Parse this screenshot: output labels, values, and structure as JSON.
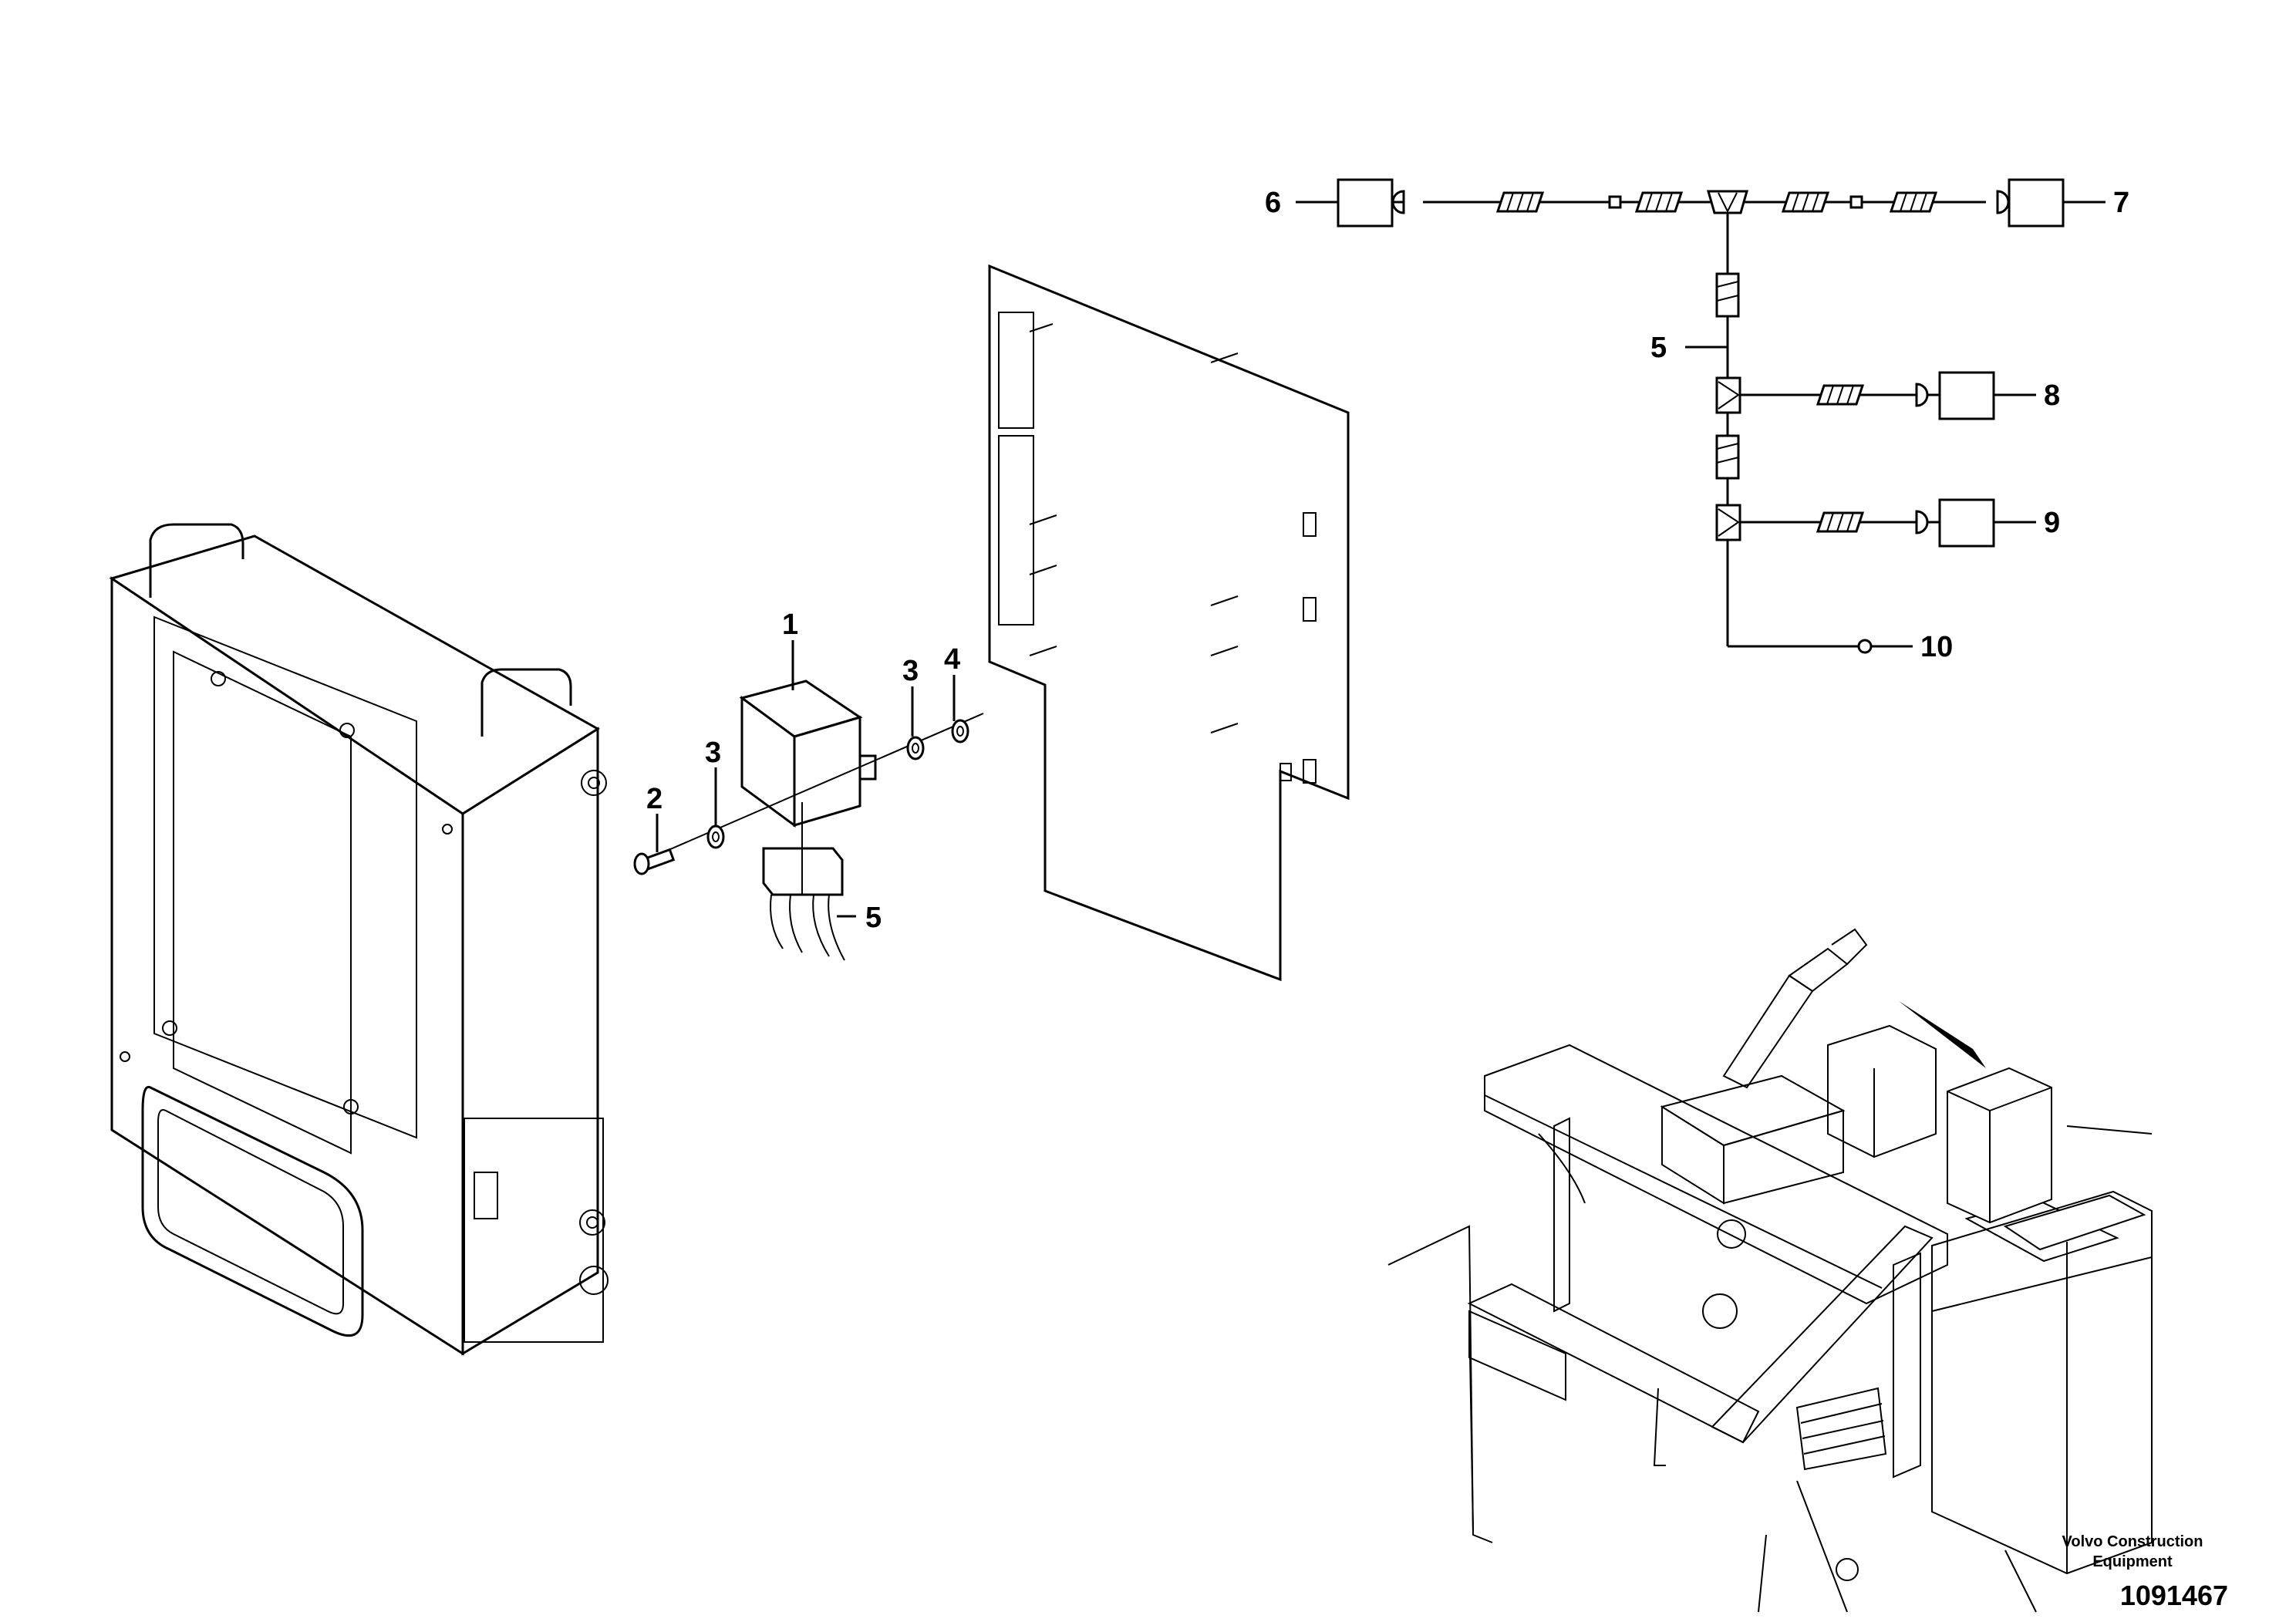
{
  "callouts": {
    "c1": "1",
    "c2": "2",
    "c3a": "3",
    "c3b": "3",
    "c4": "4",
    "c5a": "5",
    "c5b": "5",
    "c6": "6",
    "c7": "7",
    "c8": "8",
    "c9": "9",
    "c10": "10"
  },
  "footer": {
    "company": "Volvo Construction Equipment",
    "drawing_number": "1091467"
  }
}
